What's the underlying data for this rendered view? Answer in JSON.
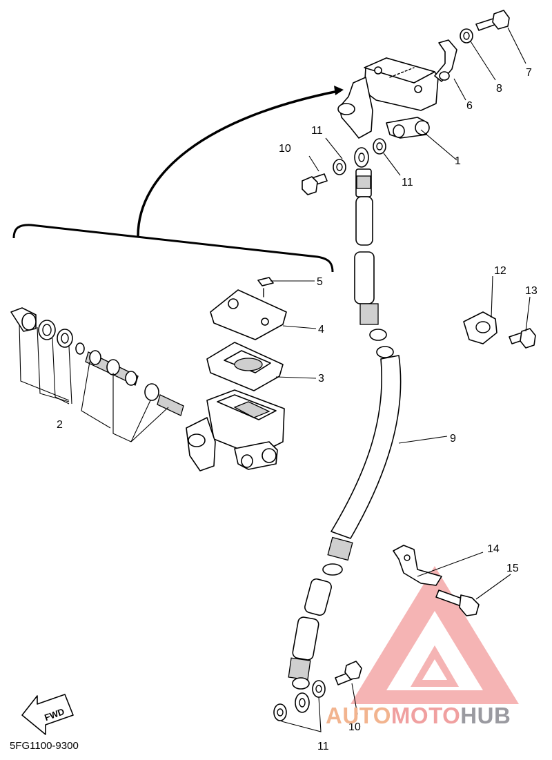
{
  "diagram": {
    "code": "5FG1100-9300",
    "fwd_label": "FWD",
    "callouts": {
      "c1": "1",
      "c2": "2",
      "c3": "3",
      "c4": "4",
      "c5": "5",
      "c6": "6",
      "c7": "7",
      "c8": "8",
      "c9": "9",
      "c10a": "10",
      "c10b": "10",
      "c11a": "11",
      "c11b": "11",
      "c11c": "11",
      "c12": "12",
      "c13": "13",
      "c14": "14",
      "c15": "15"
    }
  },
  "watermark": {
    "part1": "AUTO",
    "part2": "MOTO",
    "part3": "HUB",
    "colors": {
      "auto": "#f2b48f",
      "moto": "#f0a0a0",
      "hub": "#9a9aa0",
      "triangle": "#f08a8a"
    }
  }
}
